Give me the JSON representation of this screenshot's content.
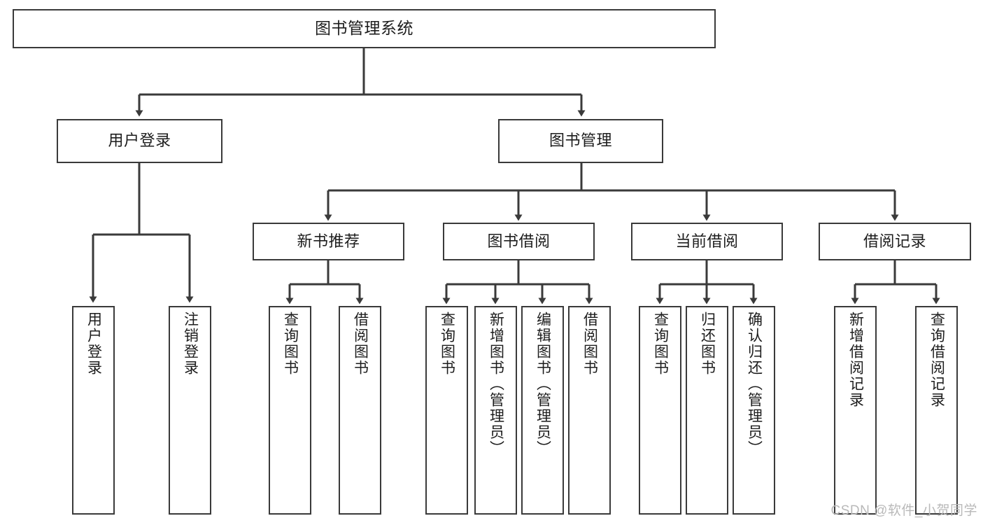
{
  "diagram": {
    "type": "tree",
    "title": "图书管理系统",
    "orientation": "top-down",
    "colors": {
      "stroke": "#3a3a3a",
      "fill": "#ffffff",
      "text": "#1d1d1d",
      "watermark": "#b9b9b9"
    },
    "root": {
      "id": "root",
      "label": "图书管理系统",
      "text_direction": "horizontal"
    },
    "level2": [
      {
        "id": "user-login",
        "label": "用户登录",
        "text_direction": "horizontal"
      },
      {
        "id": "book-manage",
        "label": "图书管理",
        "text_direction": "horizontal"
      }
    ],
    "level3": [
      {
        "id": "new-book-rec",
        "label": "新书推荐",
        "parent": "book-manage",
        "text_direction": "horizontal"
      },
      {
        "id": "book-borrow",
        "label": "图书借阅",
        "parent": "book-manage",
        "text_direction": "horizontal"
      },
      {
        "id": "current-borrow",
        "label": "当前借阅",
        "parent": "book-manage",
        "text_direction": "horizontal"
      },
      {
        "id": "borrow-record",
        "label": "借阅记录",
        "parent": "book-manage",
        "text_direction": "horizontal"
      }
    ],
    "leaves": [
      {
        "id": "leaf-user-login",
        "label": "用户登录",
        "parent": "user-login",
        "text_direction": "vertical"
      },
      {
        "id": "leaf-logout",
        "label": "注销登录",
        "parent": "user-login",
        "text_direction": "vertical"
      },
      {
        "id": "leaf-query-book-1",
        "label": "查询图书",
        "parent": "new-book-rec",
        "text_direction": "vertical"
      },
      {
        "id": "leaf-borrow-book-1",
        "label": "借阅图书",
        "parent": "new-book-rec",
        "text_direction": "vertical"
      },
      {
        "id": "leaf-query-book-2",
        "label": "查询图书",
        "parent": "book-borrow",
        "text_direction": "vertical"
      },
      {
        "id": "leaf-add-book",
        "label": "新增图书（管理员）",
        "parent": "book-borrow",
        "text_direction": "vertical"
      },
      {
        "id": "leaf-edit-book",
        "label": "编辑图书（管理员）",
        "parent": "book-borrow",
        "text_direction": "vertical"
      },
      {
        "id": "leaf-borrow-book-2",
        "label": "借阅图书",
        "parent": "book-borrow",
        "text_direction": "vertical"
      },
      {
        "id": "leaf-query-book-3",
        "label": "查询图书",
        "parent": "current-borrow",
        "text_direction": "vertical"
      },
      {
        "id": "leaf-return-book",
        "label": "归还图书",
        "parent": "current-borrow",
        "text_direction": "vertical"
      },
      {
        "id": "leaf-confirm-return",
        "label": "确认归还（管理员）",
        "parent": "current-borrow",
        "text_direction": "vertical"
      },
      {
        "id": "leaf-add-record",
        "label": "新增借阅记录",
        "parent": "borrow-record",
        "text_direction": "vertical"
      },
      {
        "id": "leaf-query-record",
        "label": "查询借阅记录",
        "parent": "borrow-record",
        "text_direction": "vertical"
      }
    ]
  },
  "watermark": {
    "text": "CSDN @软件_小贺同学"
  }
}
